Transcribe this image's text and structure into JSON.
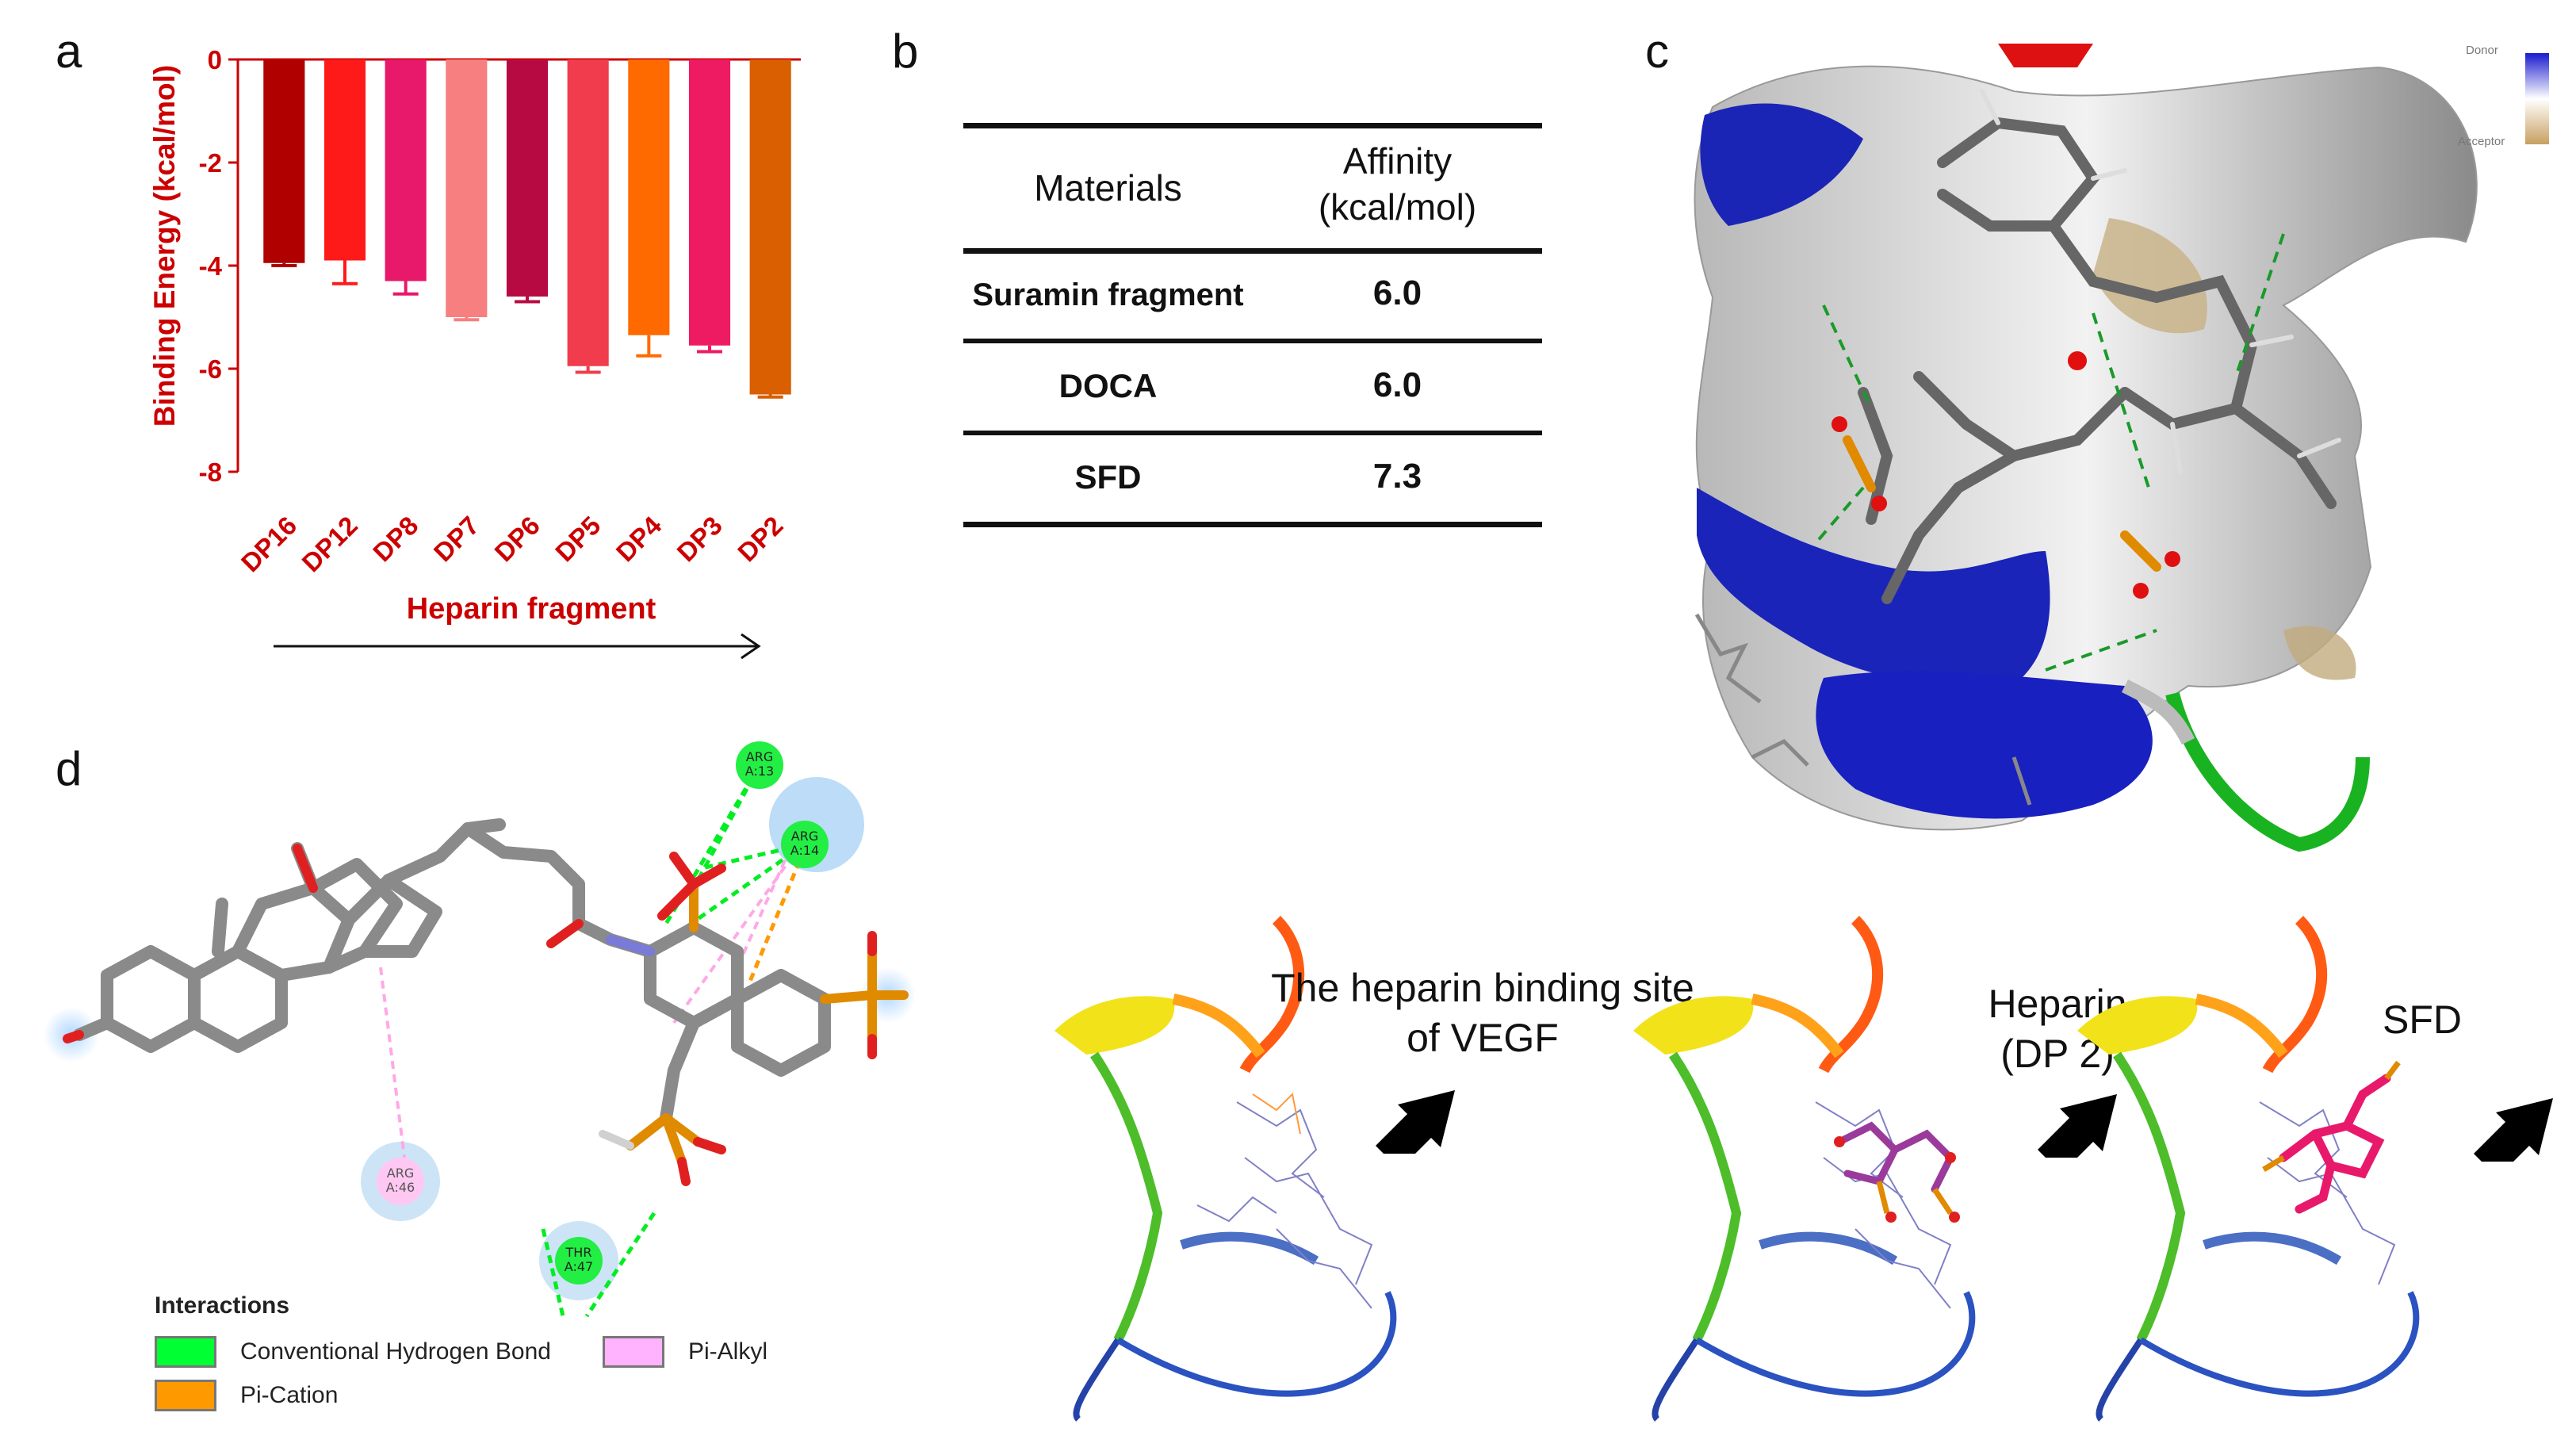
{
  "panels": {
    "a": "a",
    "b": "b",
    "c": "c",
    "d": "d"
  },
  "chart_data": {
    "type": "bar",
    "categories": [
      "DP16",
      "DP12",
      "DP8",
      "DP7",
      "DP6",
      "DP5",
      "DP4",
      "DP3",
      "DP2"
    ],
    "values": [
      -3.95,
      -3.9,
      -4.3,
      -5.0,
      -4.6,
      -5.95,
      -5.35,
      -5.55,
      -6.5
    ],
    "errors": [
      0.05,
      0.45,
      0.25,
      0.05,
      0.1,
      0.12,
      0.4,
      0.12,
      0.05
    ],
    "colors": [
      "#b00000",
      "#ff1a1a",
      "#e8186a",
      "#f77f7f",
      "#b80a42",
      "#f03c4c",
      "#ff6a00",
      "#ee1a62",
      "#d95f00"
    ],
    "ylabel": "Binding Energy (kcal/mol)",
    "xlabel": "Heparin fragment",
    "ylim": [
      -8,
      0
    ],
    "yticks": [
      0,
      -2,
      -4,
      -6,
      -8
    ],
    "axis_color": "#cc0000"
  },
  "table_b": {
    "headers": [
      "Materials",
      "Affinity\n(kcal/mol)"
    ],
    "rows": [
      [
        "Suramin fragment",
        "6.0"
      ],
      [
        "DOCA",
        "6.0"
      ],
      [
        "SFD",
        "7.3"
      ]
    ]
  },
  "panel_c": {
    "legend_top": "Donor",
    "legend_bottom": "Acceptor"
  },
  "panel_d": {
    "residues": [
      "ARG\nA:13",
      "ARG\nA:14",
      "ARG\nA:46",
      "THR\nA:47"
    ],
    "legend_title": "Interactions",
    "legend_items": [
      {
        "label": "Conventional Hydrogen Bond",
        "color": "#00ff33"
      },
      {
        "label": "Pi-Cation",
        "color": "#ff9900"
      },
      {
        "label": "Pi-Alkyl",
        "color": "#ffb3ff"
      }
    ]
  },
  "ribbon_labels": {
    "site": "The heparin binding site\nof VEGF",
    "heparin": "Heparin\n(DP 2)",
    "sfd": "SFD"
  }
}
